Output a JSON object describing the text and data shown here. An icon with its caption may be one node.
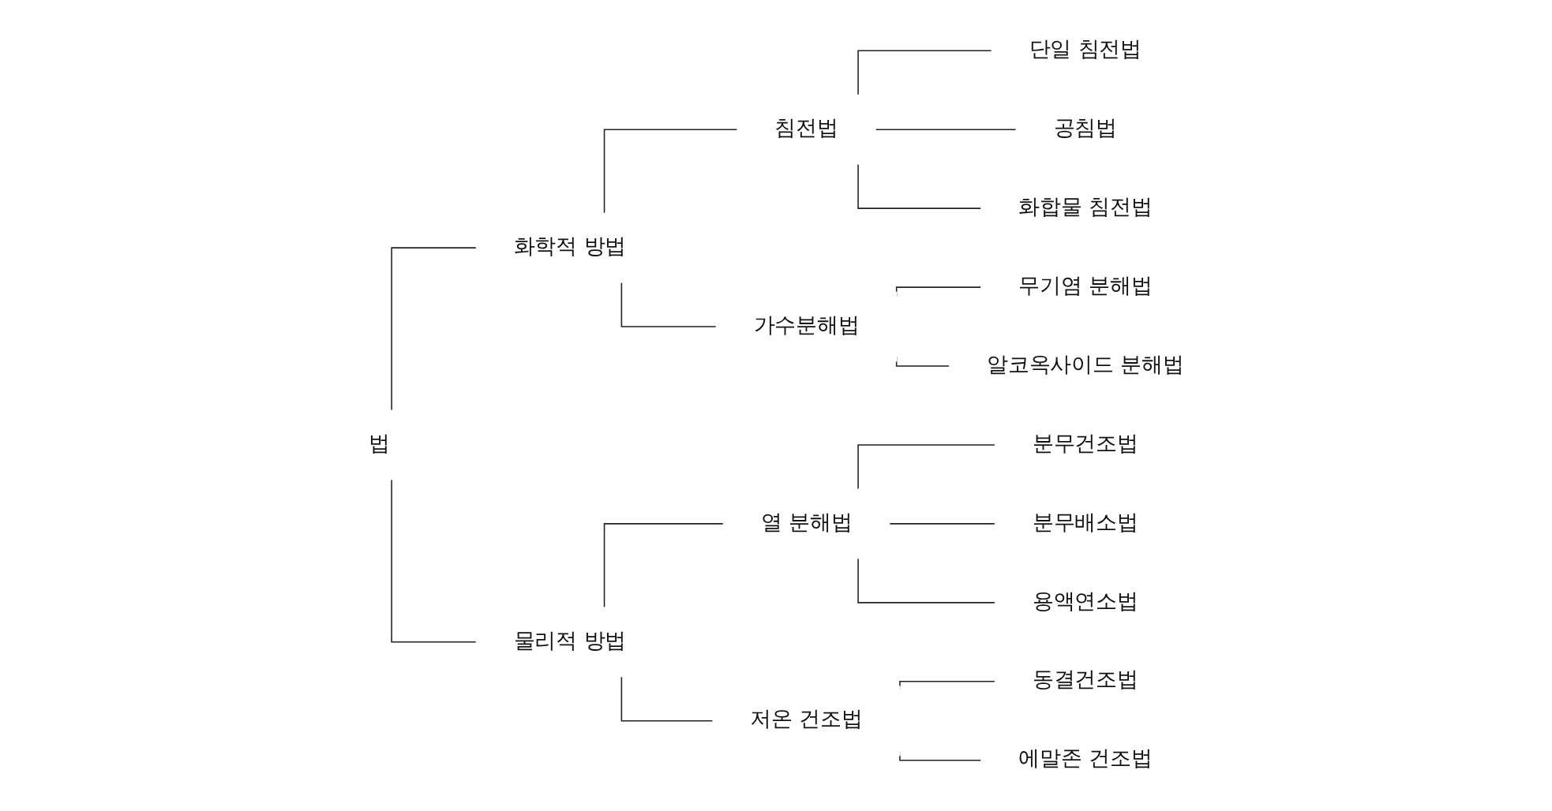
{
  "diagram": {
    "nodes": [
      {
        "text": [
          "법"
        ]
      },
      {
        "text": [
          "화학적 방법"
        ]
      },
      {
        "text": [
          "침전법"
        ]
      },
      {
        "text": [
          "단일 침전법"
        ]
      },
      {
        "text": [
          "공침법"
        ]
      },
      {
        "text": [
          "화합물 침전법"
        ]
      },
      {
        "text": [
          "가수분해법"
        ]
      },
      {
        "text": [
          "무기염 분해법"
        ]
      },
      {
        "text": [
          "알코옥사이드 분해법"
        ]
      },
      {
        "text": [
          "물리적 방법"
        ]
      },
      {
        "text": [
          "열 분해법"
        ]
      },
      {
        "text": [
          "분무건조법"
        ]
      },
      {
        "text": [
          "분무배소법"
        ]
      },
      {
        "text": [
          "용액연소법"
        ]
      },
      {
        "text": [
          "저온 건조법"
        ]
      },
      {
        "text": [
          "동결건조법"
        ]
      },
      {
        "text": [
          "에말존 건조법"
        ]
      }
    ],
    "edges": [
      {
        "from": 0,
        "to": 1,
        "arrow": "none"
      },
      {
        "from": 0,
        "to": 9,
        "arrow": "none"
      },
      {
        "from": 1,
        "to": 2,
        "arrow": "none"
      },
      {
        "from": 1,
        "to": 6,
        "arrow": "none"
      },
      {
        "from": 2,
        "to": 3,
        "arrow": "none"
      },
      {
        "from": 2,
        "to": 4,
        "arrow": "none"
      },
      {
        "from": 2,
        "to": 5,
        "arrow": "none"
      },
      {
        "from": 6,
        "to": 7,
        "arrow": "none"
      },
      {
        "from": 6,
        "to": 8,
        "arrow": "none"
      },
      {
        "from": 9,
        "to": 10,
        "arrow": "none"
      },
      {
        "from": 9,
        "to": 14,
        "arrow": "none"
      },
      {
        "from": 10,
        "to": 11,
        "arrow": "none"
      },
      {
        "from": 10,
        "to": 12,
        "arrow": "none"
      },
      {
        "from": 10,
        "to": 13,
        "arrow": "none"
      },
      {
        "from": 14,
        "to": 15,
        "arrow": "none"
      },
      {
        "from": 14,
        "to": 16,
        "arrow": "none"
      }
    ]
  }
}
